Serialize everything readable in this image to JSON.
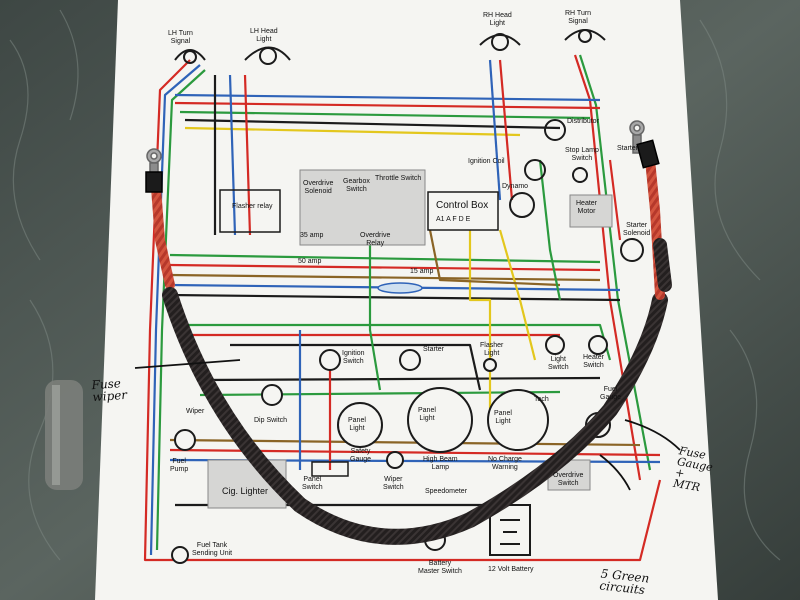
{
  "diagram": {
    "labels": {
      "lh_turn_signal": "LH Turn\nSignal",
      "lh_head_light": "LH Head\nLight",
      "rh_head_light": "RH Head\nLight",
      "rh_turn_signal": "RH Turn\nSignal",
      "distributor": "Distributor",
      "stop_lamp_switch": "Stop Lamp\nSwitch",
      "starter_top": "Starter",
      "ignition_coil": "Ignition Coil",
      "overdrive_solenoid": "Overdrive\nSolenoid",
      "gearbox_switch": "Gearbox\nSwitch",
      "throttle_switch": "Throttle Switch",
      "control_box": "Control Box",
      "control_box_terminals": "A1 A F D E",
      "dynamo": "Dynamo",
      "heater_motor": "Heater\nMotor",
      "starter_solenoid": "Starter\nSolenoid",
      "flasher_relay": "Flasher relay",
      "overdrive_relay": "Overdrive\nRelay",
      "amp_35": "35 amp",
      "amp_50": "50 amp",
      "amp_15": "15 amp",
      "ignition_switch": "Ignition\nSwitch",
      "starter_button": "Starter",
      "flasher_light": "Flasher\nLight",
      "light_switch": "Light\nSwitch",
      "heater_switch": "Heater\nSwitch",
      "fuel_gauge": "Fuel\nGauge",
      "wiper": "Wiper",
      "dip_switch": "Dip Switch",
      "panel_light_1": "Panel\nLight",
      "panel_light_2": "Panel\nLight",
      "panel_light_3": "Panel\nLight",
      "tach": "Tach",
      "safety_gauge": "Safety\nGauge",
      "high_beam_lamp": "High Beam\nLamp",
      "no_charge_warning": "No Charge\nWarning",
      "fuel_pump": "Fuel\nPump",
      "cig_lighter": "Cig. Lighter",
      "panel_switch": "Panel\nSwitch",
      "wiper_switch": "Wiper\nSwitch",
      "speedometer": "Speedometer",
      "overdrive_switch": "Overdrive\nSwitch",
      "fuel_tank_sending_unit": "Fuel Tank\nSending Unit",
      "battery_master_switch": "Battery\nMaster Switch",
      "battery": "12 Volt Battery"
    },
    "handwritten": {
      "fuse_wiper": "Fuse\nwiper",
      "fuse_gauge": "Fuse\nGauge\n+\nMTR",
      "green_circuits": "5 Green\ncircuits"
    },
    "colors": {
      "background": "#4b5450",
      "paper": "#f5f5f2",
      "red_wire": "#d42a24",
      "blue_wire": "#2f63b8",
      "green_wire": "#2b9a3e",
      "yellow_wire": "#e3c71d",
      "brown_wire": "#8a6426",
      "black_wire": "#1b1b1b",
      "white_wire": "#cfcfcf",
      "cable_sleeve": "#2a2424",
      "cable_red": "#b6382b"
    }
  }
}
